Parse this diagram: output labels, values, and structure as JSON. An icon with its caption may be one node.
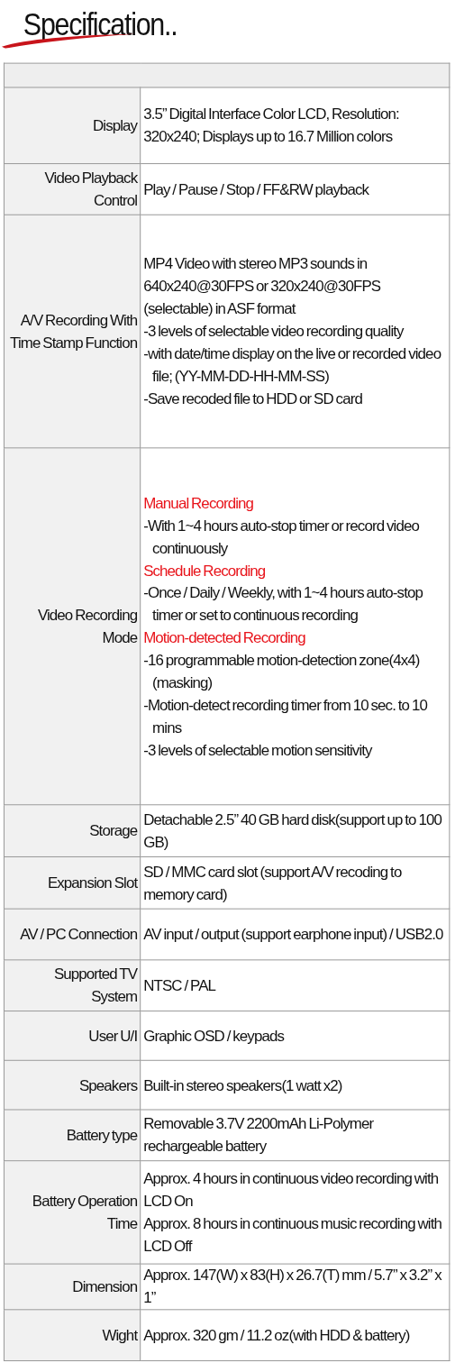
{
  "diagram": {
    "title": "Specification..",
    "labels": [
      "Display",
      "3.5” Digital Interface Color LCD, Resolution: 320x240; Displays up to 16.7 Million colors",
      "Video Playback Control",
      "Play / Pause / Stop / FF&RW playback",
      "A/V Recording With Time Stamp Function",
      "MP4 Video with stereo MP3 sounds in 640x240@30FPS or 320x240@30FPS (selectable) in ASF format",
      "-3 levels of selectable video recording quality",
      "-with date/time display on the live or recorded video file; (YY-MM-DD-HH-MM-SS)",
      "-Save recoded file to HDD or SD card",
      "Video Recording Mode",
      "Manual Recording",
      "-With 1~4 hours auto-stop timer or record video continuously",
      "Schedule Recording",
      "-Once / Daily / Weekly, with 1~4 hours auto-stop timer or set to continuous recording",
      "Motion-detected Recording",
      "-16 programmable motion-detection zone(4x4) (masking)",
      "-Motion-detect recording timer from 10 sec. to 10 mins",
      "-3 levels of selectable motion sensitivity",
      "Storage",
      "Detachable 2.5” 40 GB hard disk(support up to 100 GB)",
      "Expansion Slot",
      "SD / MMC card slot (support A/V recoding to memory card)",
      "AV / PC Connection",
      "AV input / output (support earphone input) / USB2.0",
      "Supported TV System",
      "NTSC / PAL",
      "User U/I",
      "Graphic OSD / keypads",
      "Speakers",
      "Built-in stereo speakers(1 watt x2)",
      "Battery type",
      "Removable 3.7V 2200mAh Li-Polymer rechargeable battery",
      "Battery Operation Time",
      "Approx. 4 hours in continuous video recording with LCD On",
      "Approx. 8 hours in continuous music recording with LCD Off",
      "Dimension",
      "Approx. 147(W) x 83(H) x 26.7(T) mm / 5.7” x 3.2” x 1”",
      "Wight",
      "Approx. 320 gm / 11.2 oz(with HDD & battery)"
    ]
  }
}
